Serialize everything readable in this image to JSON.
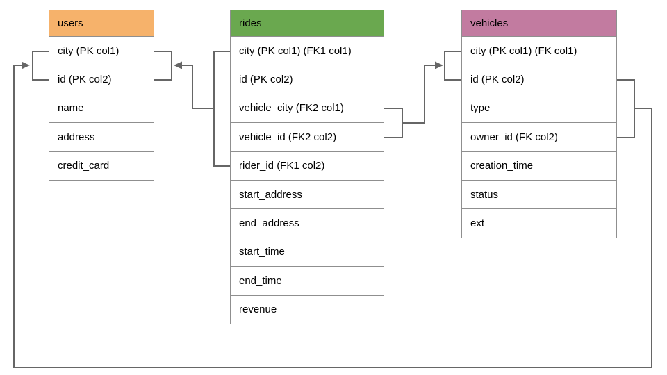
{
  "diagram": {
    "background": "#ffffff",
    "cell_border_color": "#8f8f8f",
    "connector_color": "#666666",
    "text_color": "#000000"
  },
  "tables": [
    {
      "name": "users",
      "header_color": "#f6b26b",
      "columns": [
        "city (PK col1)",
        "id (PK col2)",
        "name",
        "address",
        "credit_card"
      ]
    },
    {
      "name": "rides",
      "header_color": "#6aa84f",
      "columns": [
        "city (PK col1) (FK1 col1)",
        "id (PK col2)",
        "vehicle_city (FK2 col1)",
        "vehicle_id (FK2 col2)",
        "rider_id (FK1 col2)",
        "start_address",
        "end_address",
        "start_time",
        "end_time",
        "revenue"
      ]
    },
    {
      "name": "vehicles",
      "header_color": "#c27ba0",
      "columns": [
        "city (PK col1) (FK col1)",
        "id (PK col2)",
        "type",
        "owner_id (FK col2)",
        "creation_time",
        "status",
        "ext"
      ]
    }
  ],
  "relationships": [
    {
      "label": "rides FK1 to users",
      "from_columns": "rides.city, rides.rider_id",
      "to_columns": "users.city, users.id"
    },
    {
      "label": "rides FK2 to vehicles",
      "from_columns": "rides.vehicle_city, rides.vehicle_id",
      "to_columns": "vehicles.city, vehicles.id"
    },
    {
      "label": "vehicles FK to users",
      "from_columns": "vehicles.id, vehicles.owner_id",
      "to_columns": "users.city, users.id"
    }
  ]
}
